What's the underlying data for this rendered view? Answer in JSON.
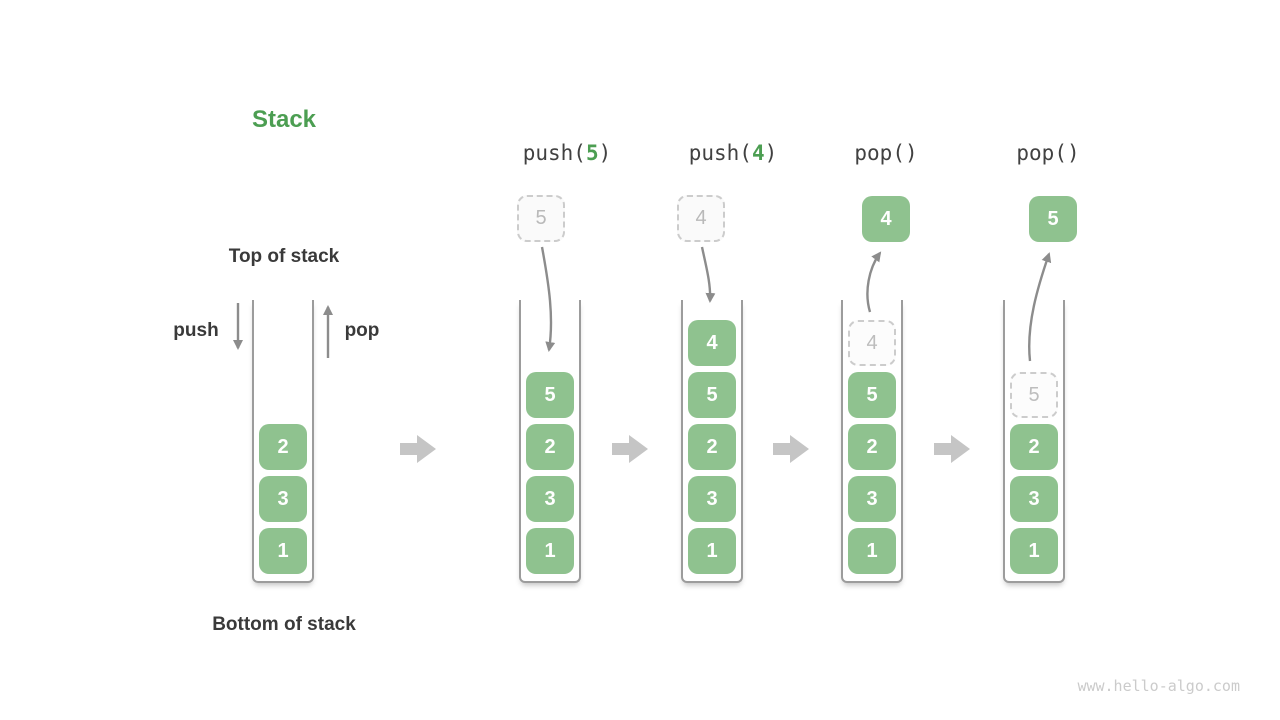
{
  "page": {
    "title": "Stack",
    "watermark": "www.hello-algo.com"
  },
  "labels": {
    "top_of_stack": "Top of stack",
    "bottom_of_stack": "Bottom of stack",
    "push": "push",
    "pop": "pop"
  },
  "colors": {
    "accent_green": "#4c9e52",
    "box_green": "#8fc28f",
    "text_dark": "#3a3a3a",
    "arrow_gray": "#8c8c8c",
    "block_arrow_gray": "#c5c5c5",
    "ghost_border": "#cccccc",
    "ghost_text": "#bdbdbd",
    "tube_border": "#9c9c9c",
    "watermark_gray": "#cbcbcb"
  },
  "columns": [
    {
      "id": "initial",
      "operation": null,
      "floating": null,
      "stack": [
        {
          "value": "2",
          "ghost": false
        },
        {
          "value": "3",
          "ghost": false
        },
        {
          "value": "1",
          "ghost": false
        }
      ]
    },
    {
      "id": "after-push-5",
      "operation": {
        "prefix": "push(",
        "arg": "5",
        "suffix": ")"
      },
      "floating": {
        "value": "5",
        "style": "dashed-incoming"
      },
      "stack": [
        {
          "value": "5",
          "ghost": false
        },
        {
          "value": "2",
          "ghost": false
        },
        {
          "value": "3",
          "ghost": false
        },
        {
          "value": "1",
          "ghost": false
        }
      ]
    },
    {
      "id": "after-push-4",
      "operation": {
        "prefix": "push(",
        "arg": "4",
        "suffix": ")"
      },
      "floating": {
        "value": "4",
        "style": "dashed-incoming"
      },
      "stack": [
        {
          "value": "4",
          "ghost": false
        },
        {
          "value": "5",
          "ghost": false
        },
        {
          "value": "2",
          "ghost": false
        },
        {
          "value": "3",
          "ghost": false
        },
        {
          "value": "1",
          "ghost": false
        }
      ]
    },
    {
      "id": "after-pop-4",
      "operation": {
        "prefix": "pop()",
        "arg": "",
        "suffix": ""
      },
      "floating": {
        "value": "4",
        "style": "solid-outgoing"
      },
      "stack": [
        {
          "value": "4",
          "ghost": true
        },
        {
          "value": "5",
          "ghost": false
        },
        {
          "value": "2",
          "ghost": false
        },
        {
          "value": "3",
          "ghost": false
        },
        {
          "value": "1",
          "ghost": false
        }
      ]
    },
    {
      "id": "after-pop-5",
      "operation": {
        "prefix": "pop()",
        "arg": "",
        "suffix": ""
      },
      "floating": {
        "value": "5",
        "style": "solid-outgoing"
      },
      "stack": [
        {
          "value": "5",
          "ghost": true
        },
        {
          "value": "2",
          "ghost": false
        },
        {
          "value": "3",
          "ghost": false
        },
        {
          "value": "1",
          "ghost": false
        }
      ]
    }
  ]
}
